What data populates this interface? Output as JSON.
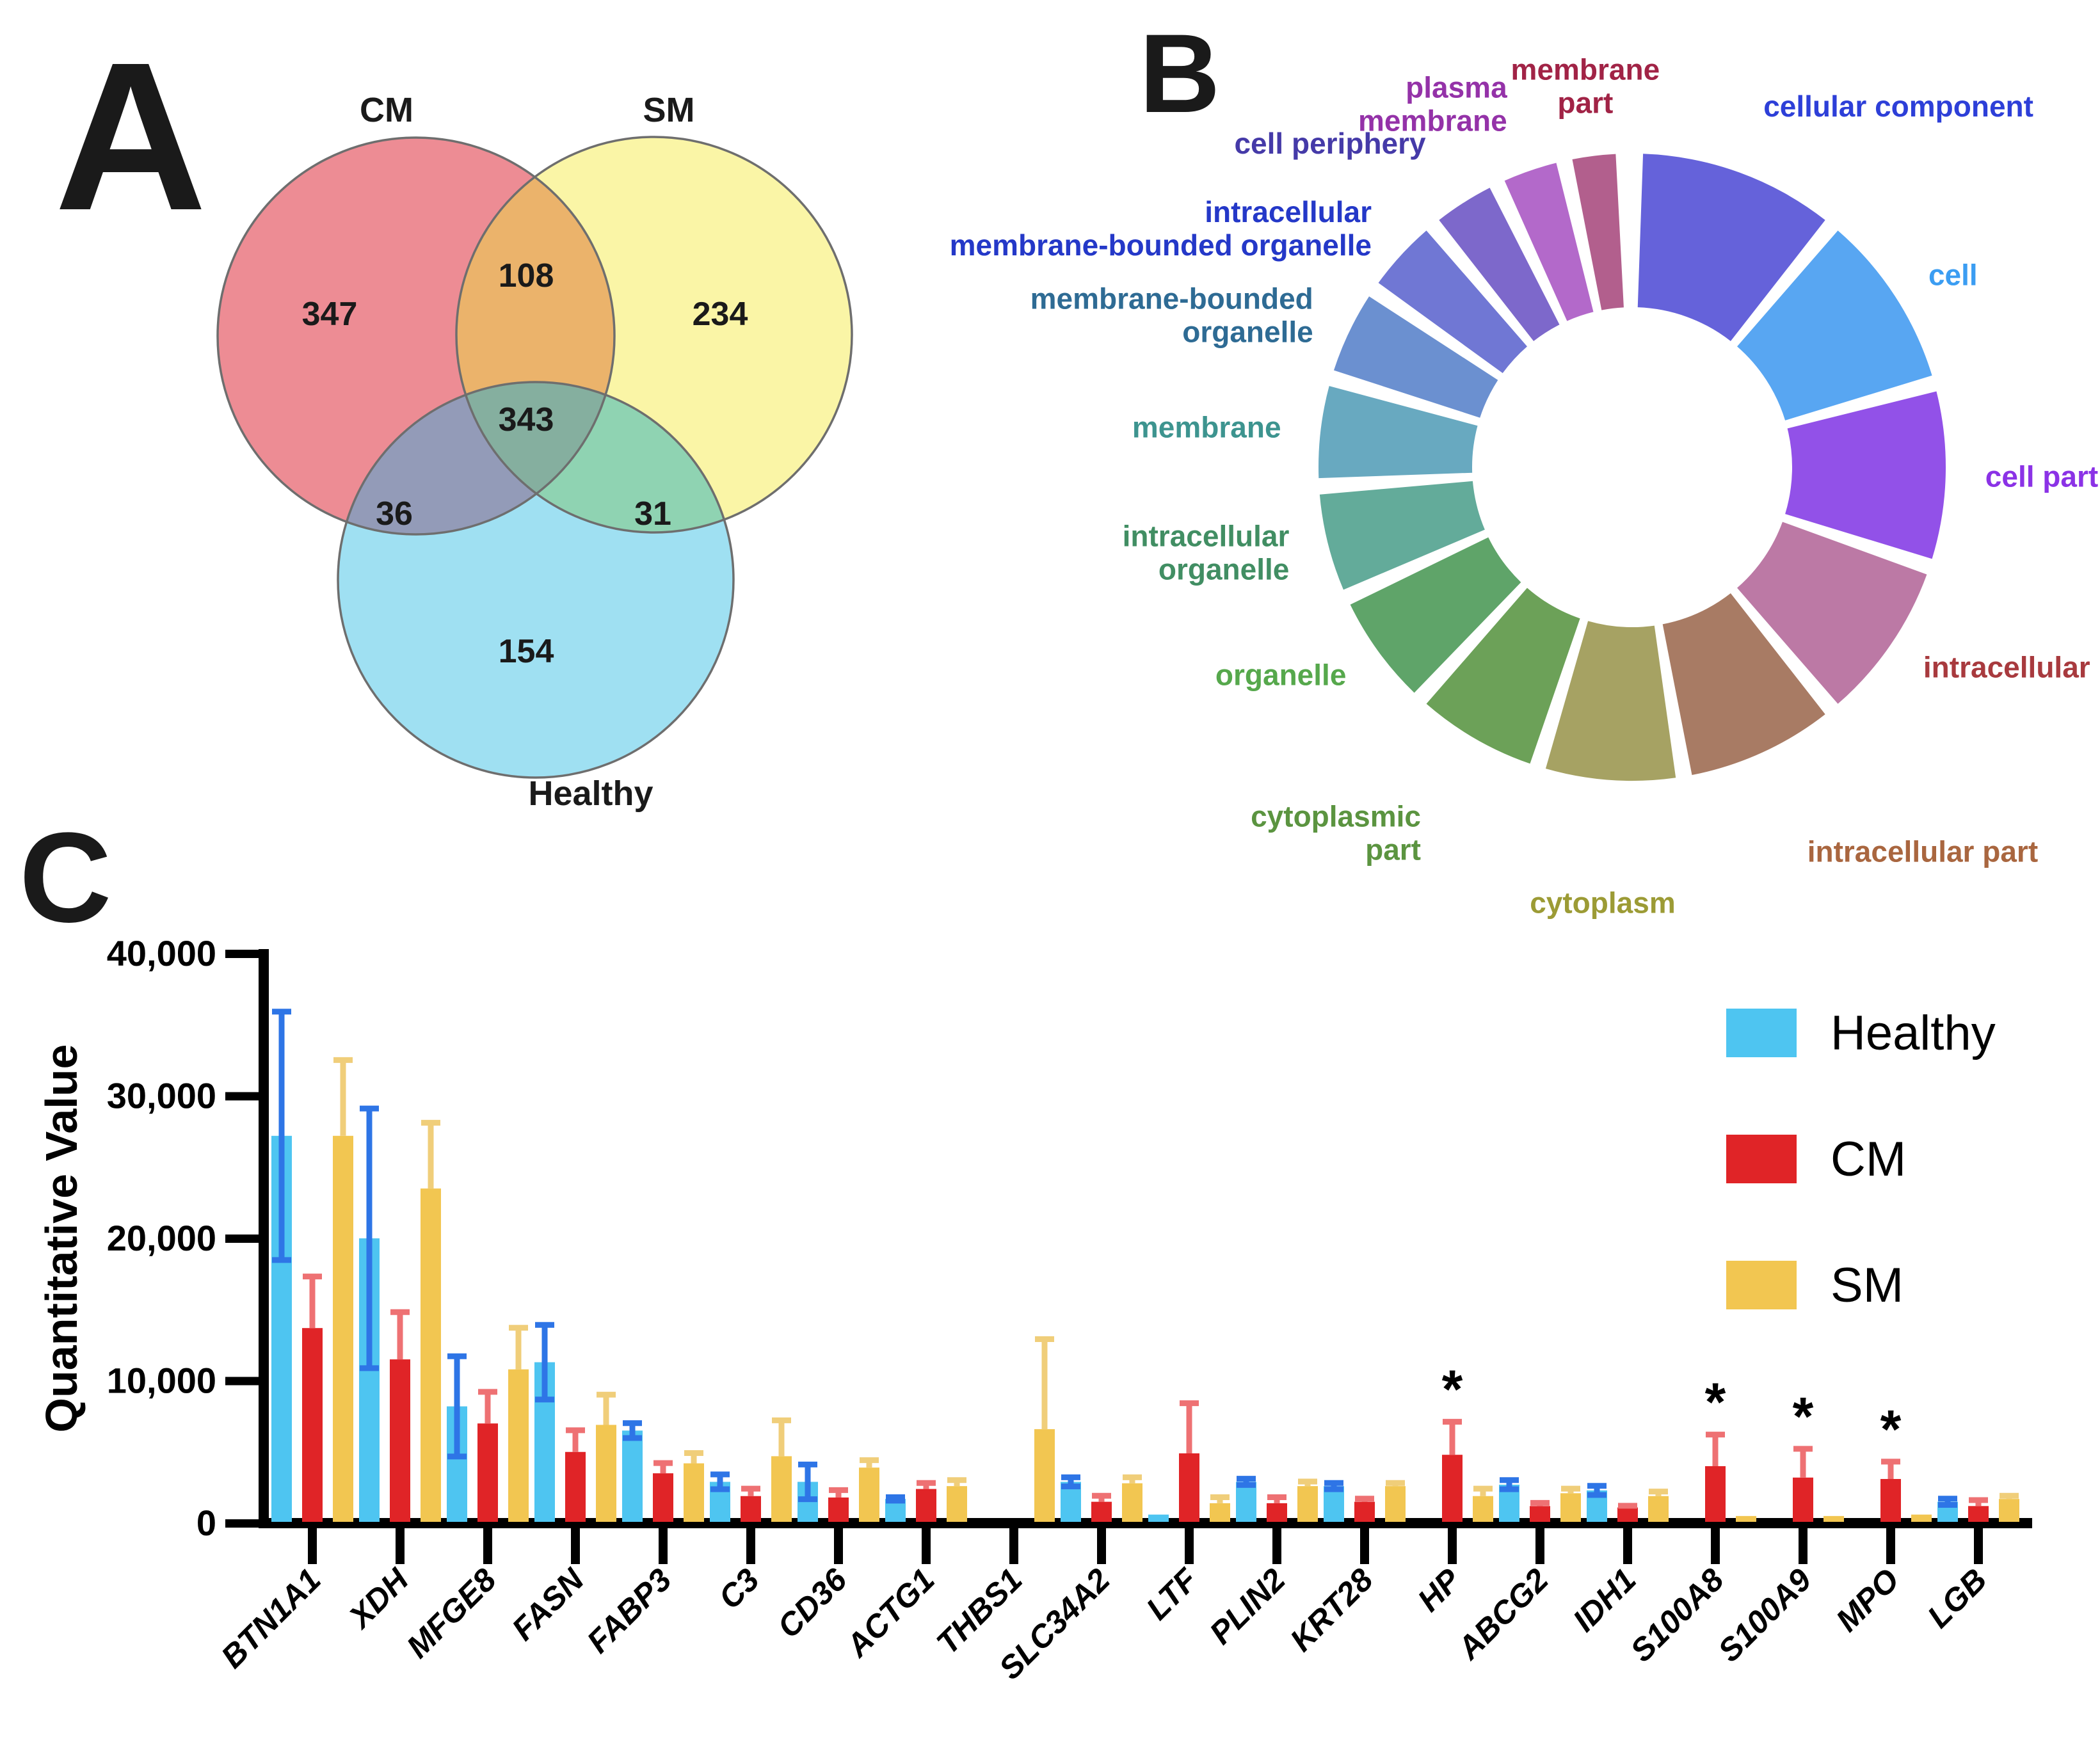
{
  "figure": {
    "panel_a_label": "A",
    "panel_b_label": "B",
    "panel_c_label": "C"
  },
  "chart_data": [
    {
      "type": "venn",
      "panel": "A",
      "set_labels": [
        "CM",
        "SM",
        "Healthy"
      ],
      "region_counts": {
        "CM_only": "347",
        "SM_only": "234",
        "Healthy_only": "154",
        "CM_SM": "108",
        "CM_Healthy": "36",
        "SM_Healthy": "31",
        "CM_SM_Healthy": "343"
      },
      "region_colors": {
        "CM_only": "#ED8C94",
        "SM_only": "#FAF5A6",
        "Healthy_only": "#9FE0F2",
        "CM_SM": "#EBB36B",
        "CM_Healthy": "#939BB8",
        "SM_Healthy": "#8FD3B2",
        "CM_SM_Healthy": "#85AF9F"
      },
      "outline_color": "#6E6E6E",
      "text_color": "#1a1a1a"
    },
    {
      "type": "pie",
      "subtype": "donut",
      "panel": "B",
      "legend_position": "around",
      "segments": [
        {
          "label_lines": [
            "cellular component"
          ],
          "start_deg": 2,
          "end_deg": 38,
          "fill": "#6562DA",
          "label_color": "#2D3FD8"
        },
        {
          "label_lines": [
            "cell"
          ],
          "start_deg": 41,
          "end_deg": 73,
          "fill": "#58A6F2",
          "label_color": "#3B9DF2"
        },
        {
          "label_lines": [
            "cell part"
          ],
          "start_deg": 76,
          "end_deg": 107,
          "fill": "#9251E8",
          "label_color": "#8B32E6"
        },
        {
          "label_lines": [
            "intracellular"
          ],
          "start_deg": 110,
          "end_deg": 139,
          "fill": "#BC79A5",
          "label_color": "#A83A3E"
        },
        {
          "label_lines": [
            "intracellular part"
          ],
          "start_deg": 142,
          "end_deg": 169,
          "fill": "#A87B64",
          "label_color": "#A9663F"
        },
        {
          "label_lines": [
            "cytoplasm"
          ],
          "start_deg": 172,
          "end_deg": 196,
          "fill": "#A6A263",
          "label_color": "#9C9B35"
        },
        {
          "label_lines": [
            "cytoplasmic",
            "part"
          ],
          "start_deg": 199,
          "end_deg": 221,
          "fill": "#6CA158",
          "label_color": "#5B9440"
        },
        {
          "label_lines": [
            "organelle"
          ],
          "start_deg": 224,
          "end_deg": 244,
          "fill": "#5FA469",
          "label_color": "#56A84C"
        },
        {
          "label_lines": [
            "intracellular",
            "organelle"
          ],
          "start_deg": 247,
          "end_deg": 265,
          "fill": "#63AB9A",
          "label_color": "#418E63"
        },
        {
          "label_lines": [
            "membrane"
          ],
          "start_deg": 268,
          "end_deg": 285,
          "fill": "#68A9C0",
          "label_color": "#3D948F"
        },
        {
          "label_lines": [
            "membrane-bounded",
            "organelle"
          ],
          "start_deg": 288,
          "end_deg": 303,
          "fill": "#6B90D0",
          "label_color": "#2E6B94"
        },
        {
          "label_lines": [
            "intracellular",
            "membrane-bounded organelle"
          ],
          "start_deg": 306,
          "end_deg": 319,
          "fill": "#7077D4",
          "label_color": "#2438C8"
        },
        {
          "label_lines": [
            "cell periphery"
          ],
          "start_deg": 322,
          "end_deg": 333,
          "fill": "#7D68CB",
          "label_color": "#453AA8"
        },
        {
          "label_lines": [
            "plasma",
            "membrane"
          ],
          "start_deg": 336,
          "end_deg": 346,
          "fill": "#B369CA",
          "label_color": "#9432A8"
        },
        {
          "label_lines": [
            "membrane",
            "part"
          ],
          "start_deg": 349,
          "end_deg": 357,
          "fill": "#B25F8D",
          "label_color": "#A12346"
        }
      ]
    },
    {
      "type": "bar",
      "panel": "C",
      "ylabel": "Quantitative Value",
      "ylim": [
        0,
        40000
      ],
      "yticks": [
        {
          "value": 0,
          "label": "0"
        },
        {
          "value": 10000,
          "label": "10,000"
        },
        {
          "value": 20000,
          "label": "20,000"
        },
        {
          "value": 30000,
          "label": "30,000"
        },
        {
          "value": 40000,
          "label": "40,000"
        }
      ],
      "sig_marker": "*",
      "categories": [
        "BTN1A1",
        "XDH",
        "MFGE8",
        "FASN",
        "FABP3",
        "C3",
        "CD36",
        "ACTG1",
        "THBS1",
        "SLC34A2",
        "LTF",
        "PLIN2",
        "KRT28",
        "HP",
        "ABCG2",
        "IDH1",
        "S100A8",
        "S100A9",
        "MPO",
        "LGB"
      ],
      "series": [
        {
          "name": "Healthy",
          "bar_color": "#4EC5F1",
          "err_color": "#2E75E6",
          "err_style": "both",
          "values": [
            27200,
            20000,
            8200,
            11300,
            6500,
            2900,
            2900,
            1700,
            0,
            2900,
            600,
            2900,
            2600,
            0,
            2700,
            2300,
            0,
            0,
            0,
            1500
          ],
          "err_hi": [
            36100,
            29300,
            11900,
            14100,
            7200,
            3600,
            4300,
            2000,
            null,
            3400,
            null,
            3300,
            3000,
            null,
            3200,
            2800,
            null,
            null,
            null,
            1900
          ],
          "sig": [
            false,
            false,
            false,
            false,
            false,
            false,
            false,
            false,
            false,
            false,
            false,
            false,
            false,
            false,
            false,
            false,
            false,
            false,
            false,
            false
          ]
        },
        {
          "name": "CM",
          "bar_color": "#E02427",
          "err_color": "#EE7173",
          "err_style": "upper",
          "values": [
            13700,
            11500,
            7000,
            5000,
            3500,
            1900,
            1800,
            2400,
            0,
            1500,
            4900,
            1400,
            1500,
            4800,
            1200,
            1100,
            4000,
            3200,
            3100,
            1200
          ],
          "err_hi": [
            17500,
            15000,
            9400,
            6700,
            4400,
            2600,
            2500,
            3000,
            null,
            2100,
            8600,
            2000,
            1900,
            7300,
            1600,
            1400,
            6400,
            5400,
            4500,
            1800
          ],
          "sig": [
            false,
            false,
            false,
            false,
            false,
            false,
            false,
            false,
            false,
            false,
            false,
            false,
            false,
            true,
            false,
            false,
            true,
            true,
            true,
            false
          ]
        },
        {
          "name": "SM",
          "bar_color": "#F2C651",
          "err_color": "#F0CE7A",
          "err_style": "upper",
          "values": [
            27200,
            23500,
            10800,
            6900,
            4200,
            4700,
            3900,
            2600,
            6600,
            2800,
            1400,
            2600,
            2600,
            1900,
            2100,
            1900,
            500,
            500,
            600,
            1700
          ],
          "err_hi": [
            32700,
            28300,
            13900,
            9200,
            5100,
            7400,
            4600,
            3200,
            13100,
            3400,
            2000,
            3100,
            3000,
            2600,
            2600,
            2400,
            null,
            null,
            null,
            2100
          ],
          "sig": [
            false,
            false,
            false,
            false,
            false,
            false,
            false,
            false,
            false,
            false,
            false,
            false,
            false,
            false,
            false,
            false,
            false,
            false,
            false,
            false
          ]
        }
      ],
      "legend": [
        {
          "label": "Healthy",
          "color": "#4EC5F1"
        },
        {
          "label": "CM",
          "color": "#E02427"
        },
        {
          "label": "SM",
          "color": "#F2C651"
        }
      ]
    }
  ]
}
